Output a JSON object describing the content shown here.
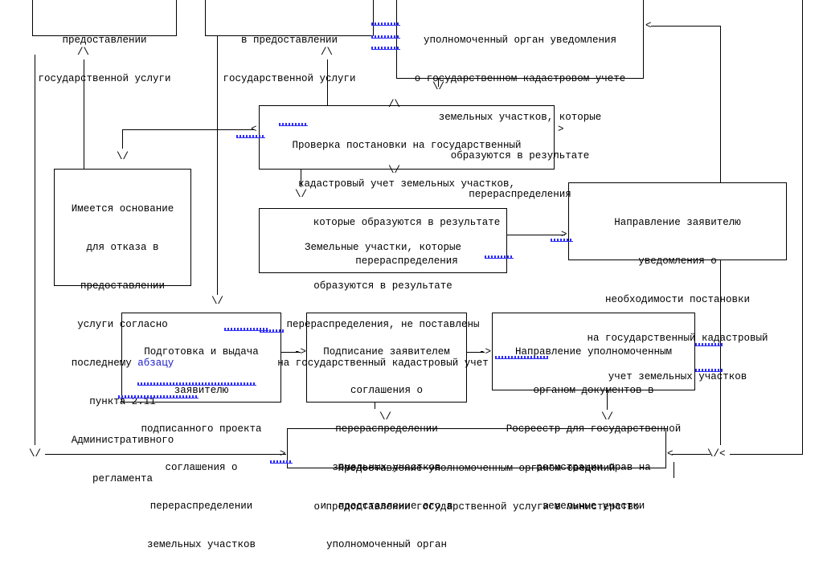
{
  "boxes": {
    "b1": [
      "предоставлении",
      "государственной услуги"
    ],
    "b2": [
      "в предоставлении",
      "государственной услуги"
    ],
    "b3": [
      "уполномоченный орган уведомления",
      "о государственном кадастровом учете",
      "земельных участков, которые",
      "образуются в результате",
      "перераспределения"
    ],
    "b4": [
      "Проверка постановки на государственный",
      "кадастровый учет земельных участков,",
      "которые образуются в результате",
      "перераспределения"
    ],
    "b5": [
      "Имеется основание",
      "для отказа в",
      "предоставлении",
      "услуги согласно",
      "последнему",
      "пункта 2.11",
      "Административного",
      "регламента"
    ],
    "b5_link": "абзацу",
    "b6": [
      "Направление заявителю",
      "уведомления о",
      "необходимости постановки",
      "на государственный кадастровый",
      "учет земельных участков"
    ],
    "b7": [
      "Земельные участки, которые",
      "образуются в результате",
      "перераспределения, не поставлены",
      "на государственный кадастровый учет"
    ],
    "b8": [
      "Подготовка и выдача",
      "заявителю",
      "подписанного проекта",
      "соглашения о",
      "перераспределении",
      "земельных участков"
    ],
    "b9": [
      "Подписание заявителем",
      "соглашения о",
      "перераспределении",
      "земельных участков",
      "и  представление его в",
      "уполномоченный орган"
    ],
    "b10": [
      "Направление уполномоченным",
      "органом документов в",
      "Росреестр для государственной",
      "регистрации прав на",
      "земельные участки"
    ],
    "b11": [
      "Предоставление уполномоченным органом сведений",
      "о предоставлении государственной услуги в министерство"
    ]
  },
  "arrows": {
    "up": "/\\",
    "down": "\\/",
    "right": ">",
    "left": "<",
    "right_long": "->",
    "left_long": "\\/<"
  }
}
